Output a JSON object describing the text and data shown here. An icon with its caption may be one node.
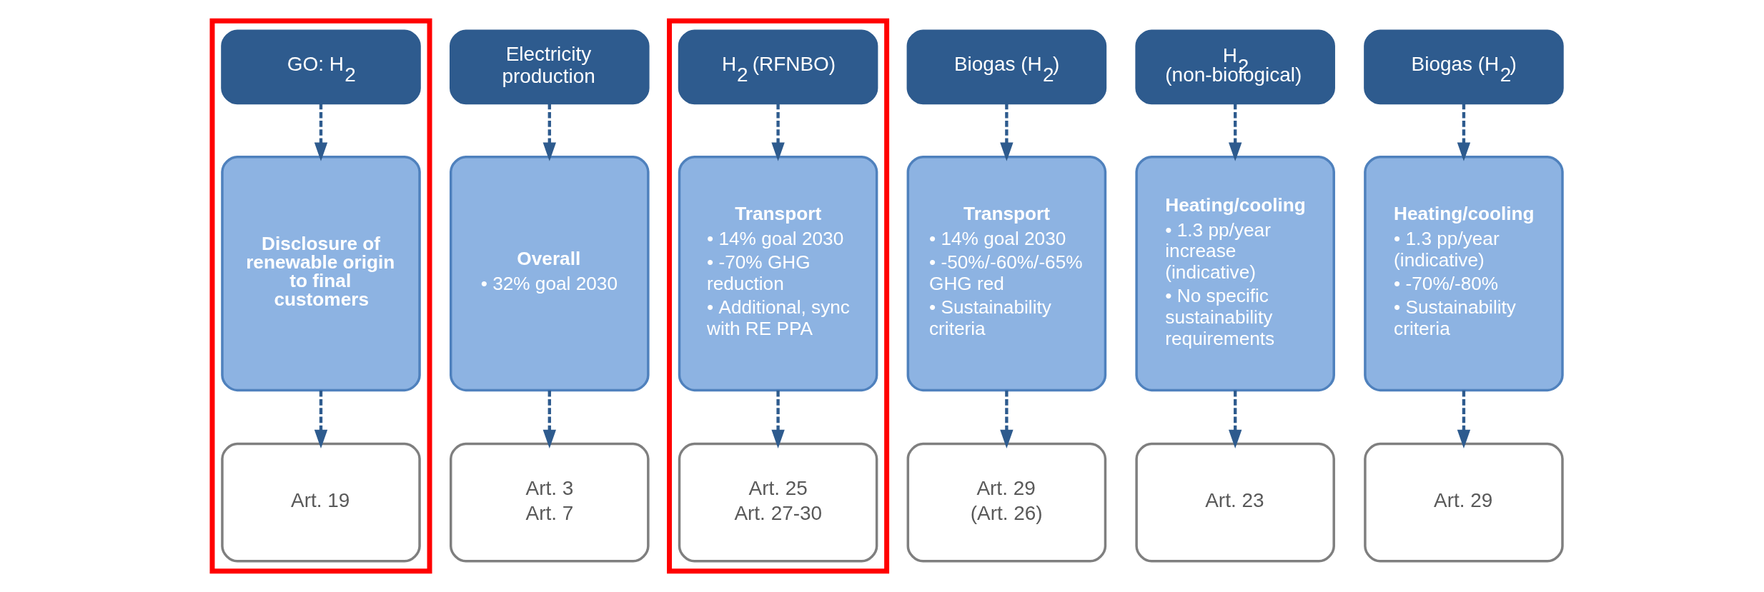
{
  "diagram": {
    "nodes": [
      {
        "text": [],
        "shape": "box"
      },
      {
        "text": [
          "GO: H$_{2}$"
        ],
        "in": 0
      },
      {
        "text": [
          "Disclosure of renewable origin to final customers"
        ],
        "in": 0
      },
      {
        "text": [
          "Art. 19"
        ],
        "in": 0
      },
      {
        "text": [
          "Electricity production"
        ]
      },
      {
        "text": [
          "Overall",
          "• 32% goal 2030"
        ]
      },
      {
        "text": [
          "Art. 3",
          "Art. 7"
        ]
      },
      {
        "text": [],
        "shape": "box"
      },
      {
        "text": [
          "H$_{2}$ (RFNBO)"
        ],
        "in": 7
      },
      {
        "text": [
          "Transport",
          "• 14% goal 2030",
          "• -70% GHG reduction",
          "• Additional, sync with RE PPA"
        ],
        "in": 7
      },
      {
        "text": [
          "Art. 25",
          "Art. 27-30"
        ],
        "in": 7
      },
      {
        "text": [
          "Biogas (H$_{2}$)"
        ]
      },
      {
        "text": [
          "Transport",
          "• 14% goal 2030",
          "• -50%/-60%/-65% GHG red",
          "• Sustainability criteria"
        ]
      },
      {
        "text": [
          "Art. 29",
          "(Art. 26)"
        ]
      },
      {
        "text": [
          "H$_{2}$ (non-biological)"
        ]
      },
      {
        "text": [
          "Heating/cooling",
          "• 1.3 pp/year increase (indicative)",
          "• No specific sustainability requirements"
        ]
      },
      {
        "text": [
          "Art. 23"
        ]
      },
      {
        "text": [
          "Biogas (H$_{2}$)"
        ]
      },
      {
        "text": [
          "Heating/cooling",
          "• 1.3 pp/year (indicative)",
          "• -70%/-80%",
          "• Sustainability criteria"
        ]
      },
      {
        "text": [
          "Art. 29"
        ]
      }
    ],
    "edges": [
      {
        "from": 1,
        "to": 2,
        "arrow": "to",
        "style": "dashed"
      },
      {
        "from": 2,
        "to": 3,
        "arrow": "to",
        "style": "dashed"
      },
      {
        "from": 4,
        "to": 5,
        "arrow": "to",
        "style": "dashed"
      },
      {
        "from": 5,
        "to": 6,
        "arrow": "to",
        "style": "dashed"
      },
      {
        "from": 8,
        "to": 9,
        "arrow": "to",
        "style": "dashed"
      },
      {
        "from": 9,
        "to": 10,
        "arrow": "to",
        "style": "dashed"
      },
      {
        "from": 11,
        "to": 12,
        "arrow": "to",
        "style": "dashed"
      },
      {
        "from": 12,
        "to": 13,
        "arrow": "to",
        "style": "dashed"
      },
      {
        "from": 14,
        "to": 15,
        "arrow": "to",
        "style": "dashed"
      },
      {
        "from": 15,
        "to": 16,
        "arrow": "to",
        "style": "dashed"
      },
      {
        "from": 17,
        "to": 18,
        "arrow": "to",
        "style": "dashed"
      },
      {
        "from": 18,
        "to": 19,
        "arrow": "to",
        "style": "dashed"
      }
    ]
  }
}
